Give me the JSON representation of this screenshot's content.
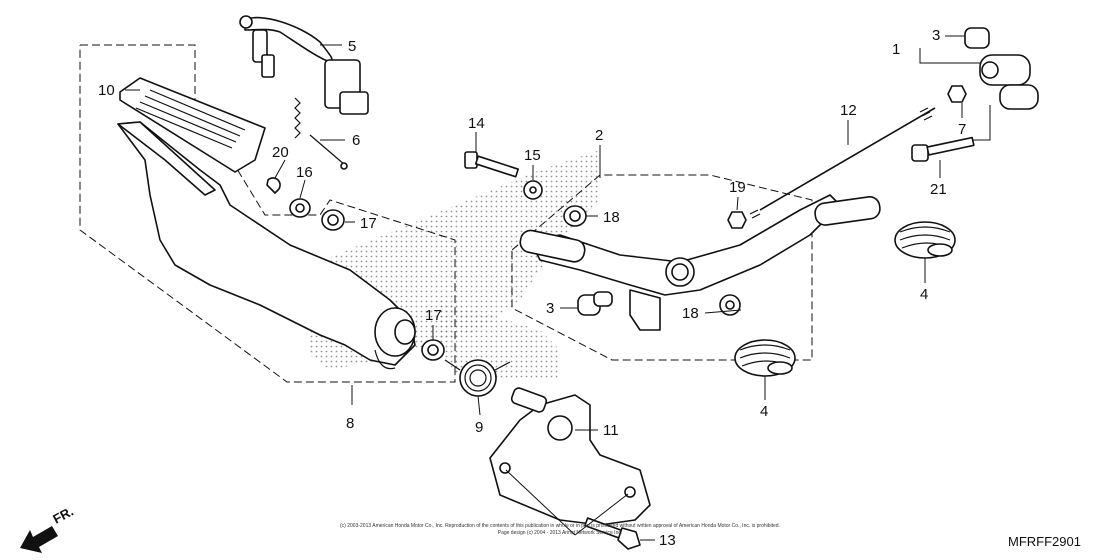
{
  "diagram": {
    "code": "MFRFF2901",
    "direction_label": "FR.",
    "copyright_line1": "(c) 2003-2013 American Honda Motor Co., Inc. Reproduction of the contents of this publication in whole or in part is prohibited without written approval of American Honda Motor Co., Inc. is prohibited.",
    "copyright_line2": "Page design (c) 2004 - 2013 Arinet Network Service Inc.",
    "callouts": {
      "c1": "1",
      "c2": "2",
      "c3a": "3",
      "c3b": "3",
      "c4a": "4",
      "c4b": "4",
      "c5": "5",
      "c6": "6",
      "c7": "7",
      "c8": "8",
      "c9": "9",
      "c10": "10",
      "c11": "11",
      "c12": "12",
      "c13": "13",
      "c14": "14",
      "c15": "15",
      "c16": "16",
      "c17a": "17",
      "c17b": "17",
      "c18a": "18",
      "c18b": "18",
      "c19": "19",
      "c20": "20",
      "c21": "21"
    }
  }
}
